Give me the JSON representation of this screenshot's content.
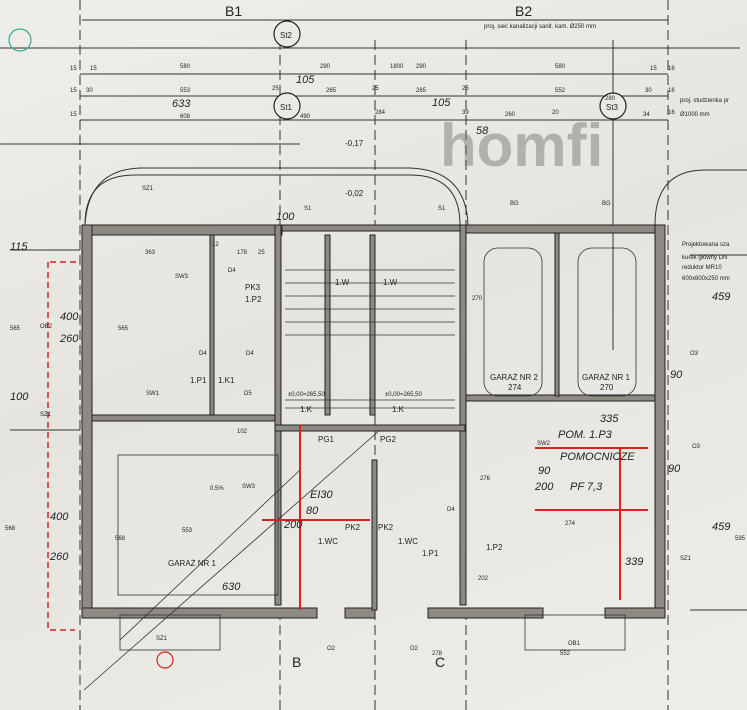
{
  "axes": {
    "b1": "B1",
    "b2": "B2",
    "sec_b": "B",
    "sec_c": "C"
  },
  "wells": {
    "st1": "St1",
    "st2": "St2",
    "st3": "St3"
  },
  "notes": {
    "sewer": "proj. sieć kanalizacji sanit. kam. Ø250 mm",
    "well": "proj. studzienka pr",
    "well_dia": "Ø1000 mm",
    "shaft1": "Projektowana sza",
    "shaft2": "kurek główny DN",
    "shaft3": "reduktor MR10",
    "shaft4": "600x600x250 mm"
  },
  "levels": {
    "l1": "-0,17",
    "l2": "-0,02",
    "z1": "±0,00=265,50",
    "z2": "±0,00=265,50",
    "slope1": "0.5%"
  },
  "dims": {
    "total": "1800",
    "row1": [
      "15",
      "15",
      "580",
      "290",
      "290",
      "580",
      "15",
      "16"
    ],
    "row2": [
      "15",
      "30",
      "553",
      "25",
      "265",
      "25",
      "265",
      "25",
      "552",
      "30",
      "16"
    ],
    "row3": [
      "15",
      "608",
      "490",
      "284",
      "39",
      "260",
      "20",
      "280",
      "34",
      "16"
    ],
    "inner": [
      "363",
      "178",
      "12",
      "25",
      "565",
      "565",
      "553",
      "568",
      "568",
      "595",
      "278",
      "552",
      "274",
      "270",
      "102",
      "202",
      "276"
    ]
  },
  "rooms": {
    "w1": "1.W",
    "w2": "1.W",
    "pk3": "PK3",
    "p2a": "1.P2",
    "p1a": "1.P1",
    "k1": "1.K1",
    "k2": "1.K",
    "k3": "1.K",
    "pg1": "PG1",
    "pg2": "PG2",
    "gar2": "GARAŻ NR 2",
    "gar1": "GARAŻ NR 1",
    "gar2_area": "274",
    "gar1_area": "270",
    "gar_left": "GARAŻ NR 1",
    "wc1": "1.WC",
    "wc2": "1.WC",
    "pk2a": "PK2",
    "pk2b": "PK2",
    "p1b": "1.P1",
    "p2b": "1.P2"
  },
  "symbols": [
    "SZ1",
    "SZ1",
    "SZ1",
    "SZ1",
    "SW1",
    "SW3",
    "SW3",
    "SW2",
    "OB1",
    "OB2",
    "O2",
    "O2",
    "O3",
    "O3",
    "D4",
    "D4",
    "D4",
    "D4",
    "D5",
    "S1",
    "S1",
    "BG",
    "BG"
  ],
  "handwritten": {
    "h633": "633",
    "h105a": "105",
    "h105b": "105",
    "h58": "58",
    "h400": "400",
    "h260": "260",
    "h400b": "400",
    "h260b": "260",
    "pom": "POM. 1.P3",
    "pomoc": "POMOCNICZE",
    "door90": "90",
    "door200": "200",
    "pf": "PF 7,3",
    "h335": "335",
    "h339": "339",
    "h630": "630",
    "e130": "EI30",
    "h80": "80",
    "h200": "200",
    "h459a": "459",
    "h459b": "459",
    "h90a": "90",
    "h90b": "90",
    "h115": "115",
    "h100a": "100",
    "h100b": "100"
  },
  "watermark": "homfi"
}
